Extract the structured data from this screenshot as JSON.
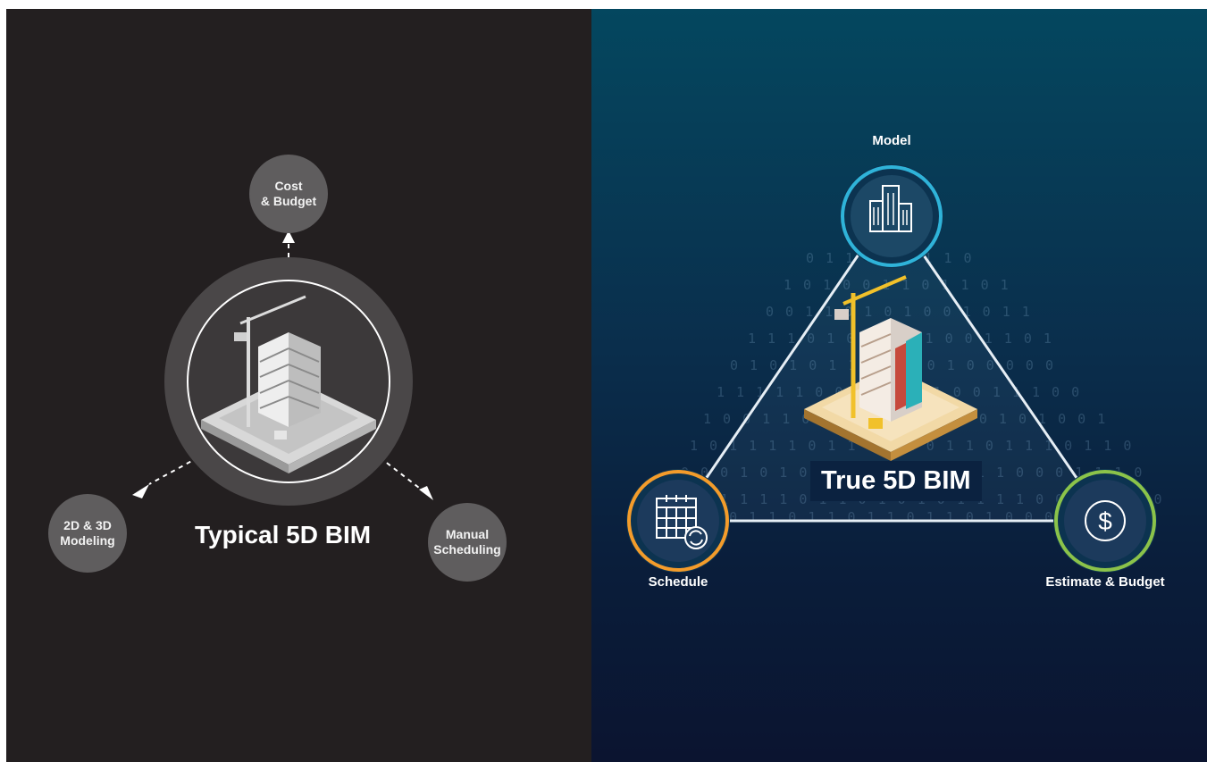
{
  "left_panel": {
    "title": "Typical 5D BIM",
    "nodes": {
      "cost": "Cost\n& Budget",
      "modeling": "2D & 3D\nModeling",
      "scheduling": "Manual\nScheduling"
    },
    "colors": {
      "background": "#231f20",
      "node": "#5f5d5e",
      "ring": "#4a4748"
    }
  },
  "right_panel": {
    "title": "True 5D BIM",
    "nodes": {
      "model": "Model",
      "schedule": "Schedule",
      "estimate": "Estimate & Budget"
    },
    "icons": {
      "model": "buildings-icon",
      "schedule": "calendar-sync-icon",
      "estimate": "dollar-icon"
    },
    "colors": {
      "model_ring": "#2fb3d9",
      "schedule_ring": "#f39c2b",
      "estimate_ring": "#8bc34a",
      "node_fill": "#1c3a5c"
    }
  }
}
